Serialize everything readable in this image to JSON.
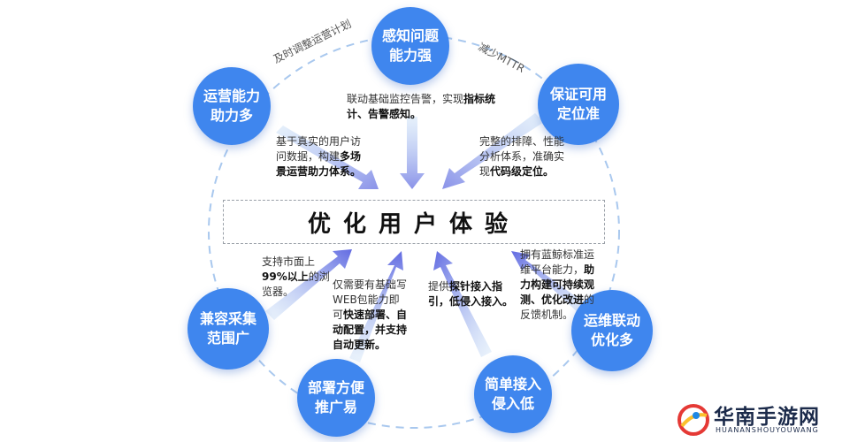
{
  "center_title": "优化用户体验",
  "nodes": {
    "top": "感知问题\n能力强",
    "upper_left": "运营能力\n助力多",
    "upper_right": "保证可用\n定位准",
    "left": "兼容采集\n范围广",
    "right": "运维联动\n优化多",
    "bottom_left": "部署方便\n推广易",
    "bottom_right": "简单接入\n侵入低"
  },
  "curve_labels": {
    "left_arc": "及时调整运营计划",
    "right_arc": "减少MTTR"
  },
  "descriptions": {
    "top": {
      "plain": "联动基础监控告警，实现",
      "bold_inline": "指标统",
      "line2_bold": "计、告警感知。"
    },
    "upper_left": {
      "line1": "基于真实的用户访",
      "line2_plain": "问数据，构建",
      "line2_bold": "多场",
      "line3_bold": "景运营助力体系。"
    },
    "upper_right": {
      "line1": "完整的排障、性能",
      "line2": "分析体系，准确实",
      "line3_plain": "现",
      "line3_bold": "代码级定位。"
    },
    "left": {
      "line1": "支持市面上",
      "line2_bold": "99%以上",
      "line2_plain": "的浏",
      "line3": "览器。"
    },
    "bottom_left": {
      "line1": "仅需要有基础写",
      "line2": "WEB包能力即",
      "line3_plain": "可",
      "line3_bold": "快速部署、自",
      "line4_bold": "动配置，并支持",
      "line5_bold": "自动更新。"
    },
    "bottom_right": {
      "line1_plain": "提供",
      "line1_bold": "探针接入指",
      "line2_bold": "引，低侵入接入。"
    },
    "right": {
      "line1": "拥有蓝鲸标准运",
      "line2_plain": "维平台能力，",
      "line2_bold": "助",
      "line3_bold": "力构建可持续观",
      "line4_bold": "测、优化改进",
      "line4_plain": "的",
      "line5": "反馈机制。"
    }
  },
  "logo": {
    "name": "华南手游网",
    "sub": "HUANANSHOUYOUWANG"
  },
  "colors": {
    "node_blue": "#3f86ee",
    "arrow_blue": "#6f83e8",
    "dash": "#a9c8ee"
  }
}
